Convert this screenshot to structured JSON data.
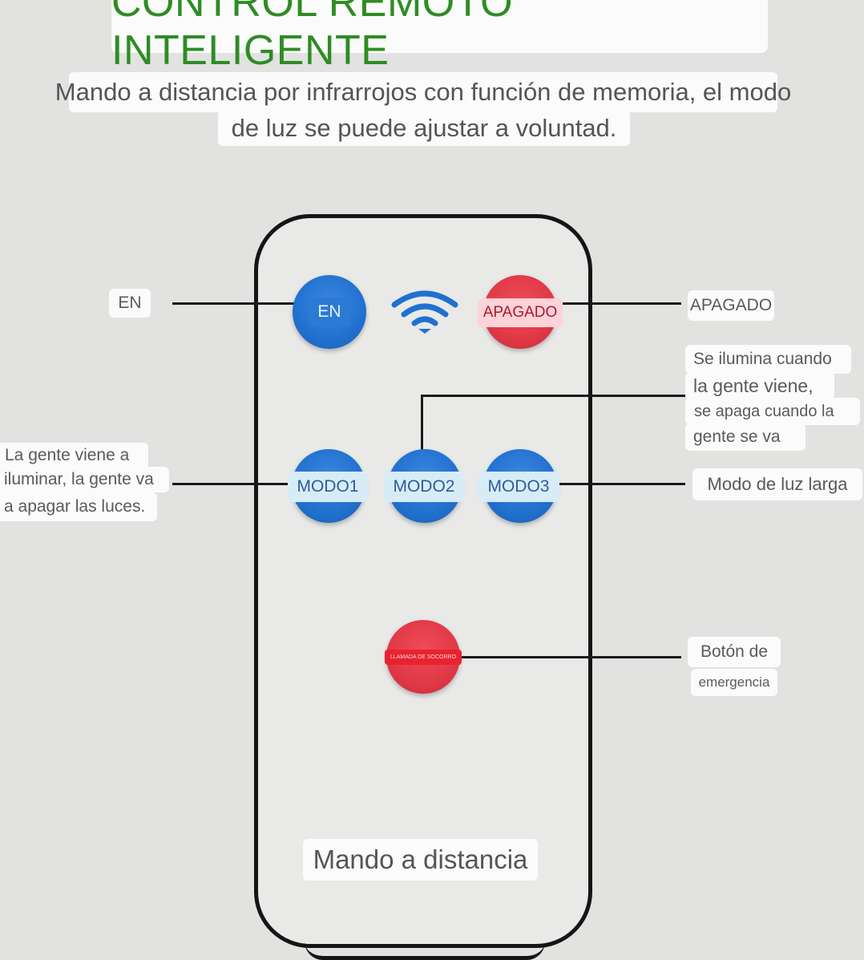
{
  "header": {
    "title": "CONTROL REMOTO INTELIGENTE",
    "subtitle_line1": "Mando a distancia por infrarrojos con función de memoria, el modo",
    "subtitle_line2": "de luz se puede ajustar a voluntad."
  },
  "remote": {
    "buttons": {
      "on": "EN",
      "off": "APAGADO",
      "mode1": "MODO1",
      "mode2": "MODO2",
      "mode3": "MODO3",
      "sos": "LLAMADA DE SOCORRO"
    },
    "caption": "Mando a distancia"
  },
  "callouts": {
    "on": "EN",
    "off": "APAGADO",
    "mode1": [
      "La gente viene a",
      "iluminar, la gente va",
      "a apagar las luces."
    ],
    "mode2": [
      "Se ilumina cuando",
      "la gente viene,",
      "se apaga cuando la",
      "gente se va"
    ],
    "mode3": "Modo de luz larga",
    "sos": [
      "Botón de",
      "emergencia"
    ]
  },
  "colors": {
    "title_green": "#2e8c24",
    "button_blue": "#2071cf",
    "button_red": "#e13846"
  },
  "icons": {
    "signal": "wifi-signal-icon"
  }
}
